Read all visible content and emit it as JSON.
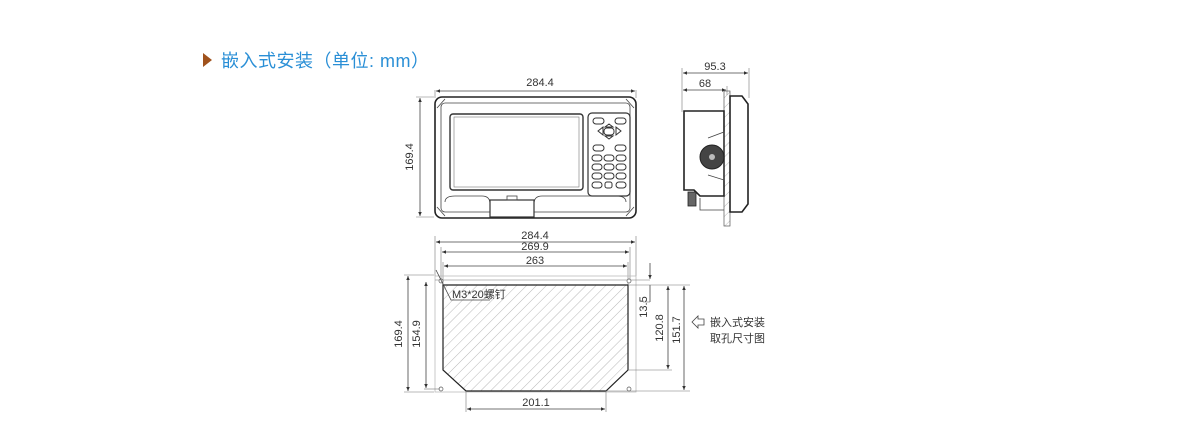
{
  "header": {
    "title": "嵌入式安装（单位: mm）",
    "marker_color": "#a0521d",
    "title_color": "#2a8fd6"
  },
  "front_view": {
    "width_label": "284.4",
    "height_label": "169.4"
  },
  "side_view": {
    "depth_total_label": "95.3",
    "depth_behind_panel_label": "68"
  },
  "cutout": {
    "outer_width_label": "284.4",
    "hole_span_label": "269.9",
    "cutout_width_label": "263",
    "outer_height_label": "169.4",
    "hole_vspan_label": "154.9",
    "top_offset_label": "13.5",
    "side_height_label": "120.8",
    "cutout_height_label": "151.7",
    "bottom_width_label": "201.1",
    "screw_label": "M3*20螺钉",
    "caption_line1": "嵌入式安装",
    "caption_line2": "取孔尺寸图"
  }
}
